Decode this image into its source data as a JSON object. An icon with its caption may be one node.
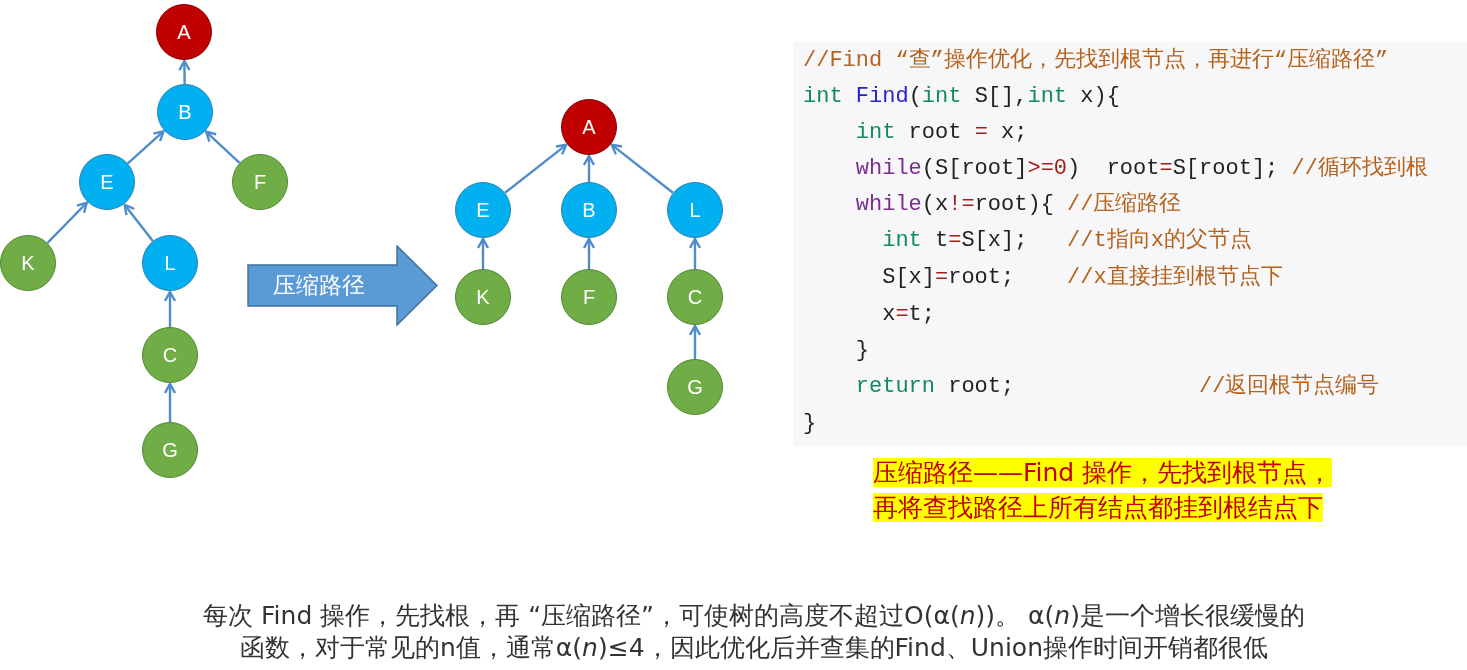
{
  "diagram": {
    "nodes": [
      {
        "text": [
          "A"
        ]
      },
      {
        "text": [
          "B"
        ]
      },
      {
        "text": [
          "E"
        ]
      },
      {
        "text": [
          "F"
        ]
      },
      {
        "text": [
          "K"
        ]
      },
      {
        "text": [
          "L"
        ]
      },
      {
        "text": [
          "C"
        ]
      },
      {
        "text": [
          "G"
        ]
      },
      {
        "text": [
          "压缩路径"
        ]
      },
      {
        "text": [
          "A"
        ]
      },
      {
        "text": [
          "E"
        ]
      },
      {
        "text": [
          "B"
        ]
      },
      {
        "text": [
          "L"
        ]
      },
      {
        "text": [
          "K"
        ]
      },
      {
        "text": [
          "F"
        ]
      },
      {
        "text": [
          "C"
        ]
      },
      {
        "text": [
          "G"
        ]
      }
    ],
    "edges": [
      {
        "from": 1,
        "to": 0,
        "arrow": "to"
      },
      {
        "from": 2,
        "to": 1,
        "arrow": "to"
      },
      {
        "from": 3,
        "to": 1,
        "arrow": "to"
      },
      {
        "from": 4,
        "to": 2,
        "arrow": "to"
      },
      {
        "from": 5,
        "to": 2,
        "arrow": "to"
      },
      {
        "from": 6,
        "to": 5,
        "arrow": "to"
      },
      {
        "from": 7,
        "to": 6,
        "arrow": "to"
      },
      {
        "from": 10,
        "to": 9,
        "arrow": "to"
      },
      {
        "from": 11,
        "to": 9,
        "arrow": "to"
      },
      {
        "from": 12,
        "to": 9,
        "arrow": "to"
      },
      {
        "from": 13,
        "to": 10,
        "arrow": "to"
      },
      {
        "from": 14,
        "to": 11,
        "arrow": "to"
      },
      {
        "from": 15,
        "to": 12,
        "arrow": "to"
      },
      {
        "from": 16,
        "to": 15,
        "arrow": "to"
      }
    ],
    "labels": [
      "//Find “查”操作优化，先找到根节点，再进行“压缩路径”",
      "int Find(int S[],int x){",
      "int root = x;",
      "while(S[root]>=0)  root=S[root]; //循环找到根",
      "while(x!=root){ //压缩路径",
      "int t=S[x];   //t指向x的父节点",
      "S[x]=root;    //x直接挂到根节点下",
      "x=t;",
      "}",
      "return root;",
      "//返回根节点编号",
      "}",
      "压缩路径——Find 操作，先找到根节点，再将查找路径上所有结点都挂到根结点下",
      "每次 Find 操作，先找根，再 “压缩路径”，可使树的高度不超过O(α(*n*))。 α(*n*)是一个增长很缓慢的函数，对于常见的n值，通常α(*n*)≤4，因此优化后并查集的Find、Union操作时间开销都很低"
    ]
  }
}
